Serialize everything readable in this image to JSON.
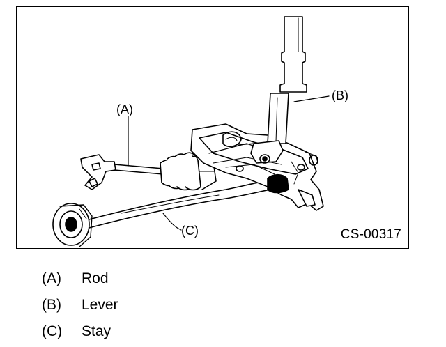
{
  "figure": {
    "code": "CS-00317",
    "callouts": [
      {
        "key": "(A)"
      },
      {
        "key": "(B)"
      },
      {
        "key": "(C)"
      }
    ]
  },
  "legend": [
    {
      "key": "(A)",
      "label": "Rod"
    },
    {
      "key": "(B)",
      "label": "Lever"
    },
    {
      "key": "(C)",
      "label": "Stay"
    }
  ]
}
